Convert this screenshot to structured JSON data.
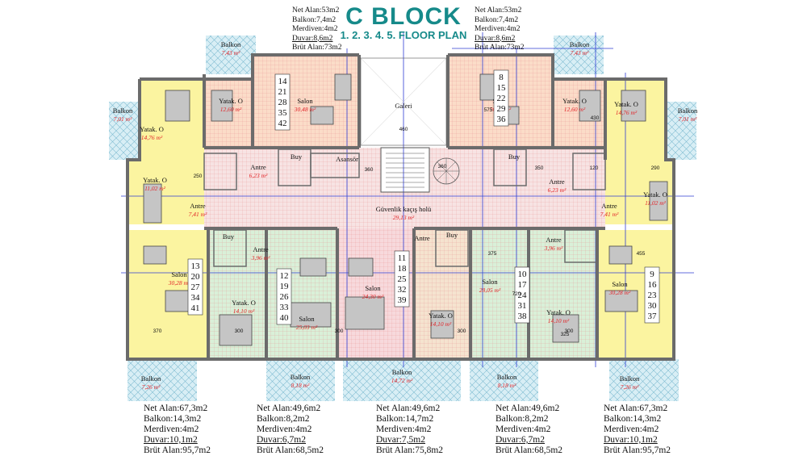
{
  "header": {
    "title": "C BLOCK",
    "subtitle": "1. 2. 3. 4. 5. FLOOR PLAN"
  },
  "stats": [
    {
      "lines": [
        "Net Alan:53m2",
        "Balkon:7,4m2",
        "Merdiven:4m2",
        "Duvar:8,6m2",
        "Brüt Alan:73m2"
      ]
    },
    {
      "lines": [
        "Net Alan:53m2",
        "Balkon:7,4m2",
        "Merdiven:4m2",
        "Duvar:8,6m2",
        "Brüt Alan:73m2"
      ]
    },
    {
      "lines": [
        "Net Alan:67,3m2",
        "Balkon:14,3m2",
        "Merdiven:4m2",
        "Duvar:10,1m2",
        "Brüt Alan:95,7m2"
      ]
    },
    {
      "lines": [
        "Net Alan:49,6m2",
        "Balkon:8,2m2",
        "Merdiven:4m2",
        "Duvar:6,7m2",
        "Brüt Alan:68,5m2"
      ]
    },
    {
      "lines": [
        "Net Alan:49,6m2",
        "Balkon:14,7m2",
        "Merdiven:4m2",
        "Duvar:7,5m2",
        "Brüt Alan:75,8m2"
      ]
    },
    {
      "lines": [
        "Net Alan:49,6m2",
        "Balkon:8,2m2",
        "Merdiven:4m2",
        "Duvar:6,7m2",
        "Brüt Alan:68,5m2"
      ]
    },
    {
      "lines": [
        "Net Alan:67,3m2",
        "Balkon:14,3m2",
        "Merdiven:4m2",
        "Duvar:10,1m2",
        "Brüt Alan:95,7m2"
      ]
    }
  ],
  "rooms": [
    {
      "name": "Balkon",
      "area": "7,43 m²"
    },
    {
      "name": "Balkon",
      "area": "7,01 m²"
    },
    {
      "name": "Yatak. O",
      "area": "14,76 m²"
    },
    {
      "name": "Yatak. O",
      "area": "12,60 m²"
    },
    {
      "name": "Salon",
      "area": "30,48 m²"
    },
    {
      "name": "Galeri",
      "area": ""
    },
    {
      "name": "Salon",
      "area": "30,48 m²"
    },
    {
      "name": "Yatak. O",
      "area": "12,60 m²"
    },
    {
      "name": "Yatak. O",
      "area": "14,76 m²"
    },
    {
      "name": "Balkon",
      "area": "7,01 m²"
    },
    {
      "name": "Balkon",
      "area": "7,43 m²"
    },
    {
      "name": "Yatak. O",
      "area": "11,02 m²"
    },
    {
      "name": "Antre",
      "area": "7,41 m²"
    },
    {
      "name": "Antre",
      "area": "6,23 m²"
    },
    {
      "name": "Buy",
      "area": ""
    },
    {
      "name": "Asansör",
      "area": ""
    },
    {
      "name": "Güvenlik kaçış holü",
      "area": "29,13 m²"
    },
    {
      "name": "Antre",
      "area": "6,23 m²"
    },
    {
      "name": "Buy",
      "area": ""
    },
    {
      "name": "Yatak. O",
      "area": "11,02 m²"
    },
    {
      "name": "Antre",
      "area": "7,41 m²"
    },
    {
      "name": "Salon",
      "area": "30,28 m²"
    },
    {
      "name": "Buy",
      "area": ""
    },
    {
      "name": "Antre",
      "area": "3,96 m²"
    },
    {
      "name": "Yatak. O",
      "area": "14,10 m²"
    },
    {
      "name": "Salon",
      "area": "25,03 m²"
    },
    {
      "name": "Salon",
      "area": "24,30 m²"
    },
    {
      "name": "Antre",
      "area": ""
    },
    {
      "name": "Buy",
      "area": ""
    },
    {
      "name": "Yatak. O",
      "area": "14,10 m²"
    },
    {
      "name": "Salon",
      "area": "28,05 m²"
    },
    {
      "name": "Yatak. O",
      "area": "14,10 m²"
    },
    {
      "name": "Antre",
      "area": "3,96 m²"
    },
    {
      "name": "Salon",
      "area": "30,28 m²"
    },
    {
      "name": "Balkon",
      "area": "7,26 m²"
    },
    {
      "name": "Balkon",
      "area": "8,18 m²"
    },
    {
      "name": "Balkon",
      "area": "14,72 m²"
    },
    {
      "name": "Balkon",
      "area": "8,18 m²"
    },
    {
      "name": "Balkon",
      "area": "7,26 m²"
    }
  ],
  "stair_numbers": [
    [
      "14",
      "21",
      "28",
      "35",
      "42"
    ],
    [
      "8",
      "15",
      "22",
      "29",
      "36"
    ],
    [
      "13",
      "20",
      "27",
      "34",
      "41"
    ],
    [
      "12",
      "19",
      "26",
      "33",
      "40"
    ],
    [
      "11",
      "18",
      "25",
      "32",
      "39"
    ],
    [
      "10",
      "17",
      "24",
      "31",
      "38"
    ],
    [
      "9",
      "16",
      "23",
      "30",
      "37"
    ]
  ],
  "dimensions": [
    "460",
    "360",
    "360",
    "300",
    "300",
    "375",
    "455",
    "370",
    "300",
    "250",
    "290",
    "120",
    "350",
    "325",
    "575",
    "720",
    "430",
    "300"
  ],
  "colors": {
    "yellow": "#fbf4a0",
    "orange": "#fbdcc8",
    "green": "#d9f0d8",
    "pink": "#f7d9dc",
    "peach": "#f5e3cf",
    "blue_tile": "#d8eef5",
    "wall": "#6b6b6b",
    "dimension": "#e2262a",
    "axis": "#2f3cd3"
  }
}
